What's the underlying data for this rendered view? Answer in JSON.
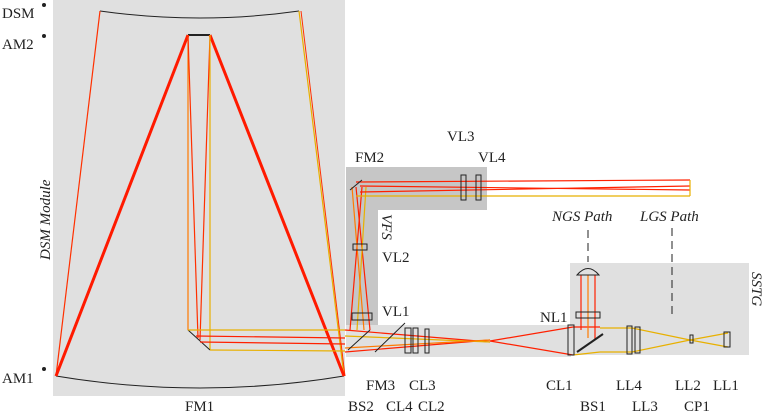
{
  "modules": {
    "dsm_module": "DSM Module",
    "vfs": "VFS",
    "sstg": "SSTG",
    "ngs_path": "NGS Path",
    "lgs_path": "LGS Path"
  },
  "components": {
    "dsm": "DSM",
    "am2": "AM2",
    "am1": "AM1",
    "fm1": "FM1",
    "fm2": "FM2",
    "vl3": "VL3",
    "vl4": "VL4",
    "vl2": "VL2",
    "vl1": "VL1",
    "fm3": "FM3",
    "bs2": "BS2",
    "cl3": "CL3",
    "cl4": "CL4",
    "cl2": "CL2",
    "cl1": "CL1",
    "bs1": "BS1",
    "nl1": "NL1",
    "ll4": "LL4",
    "ll3": "LL3",
    "ll2": "LL2",
    "cp1": "CP1",
    "ll1": "LL1"
  },
  "colors": {
    "module_bg": "#e0e0e0",
    "vfs_bg": "#c8c8c8",
    "ray_red": "#ff1a00",
    "ray_yellow": "#e8c000",
    "ray_orange": "#ff7a00"
  }
}
